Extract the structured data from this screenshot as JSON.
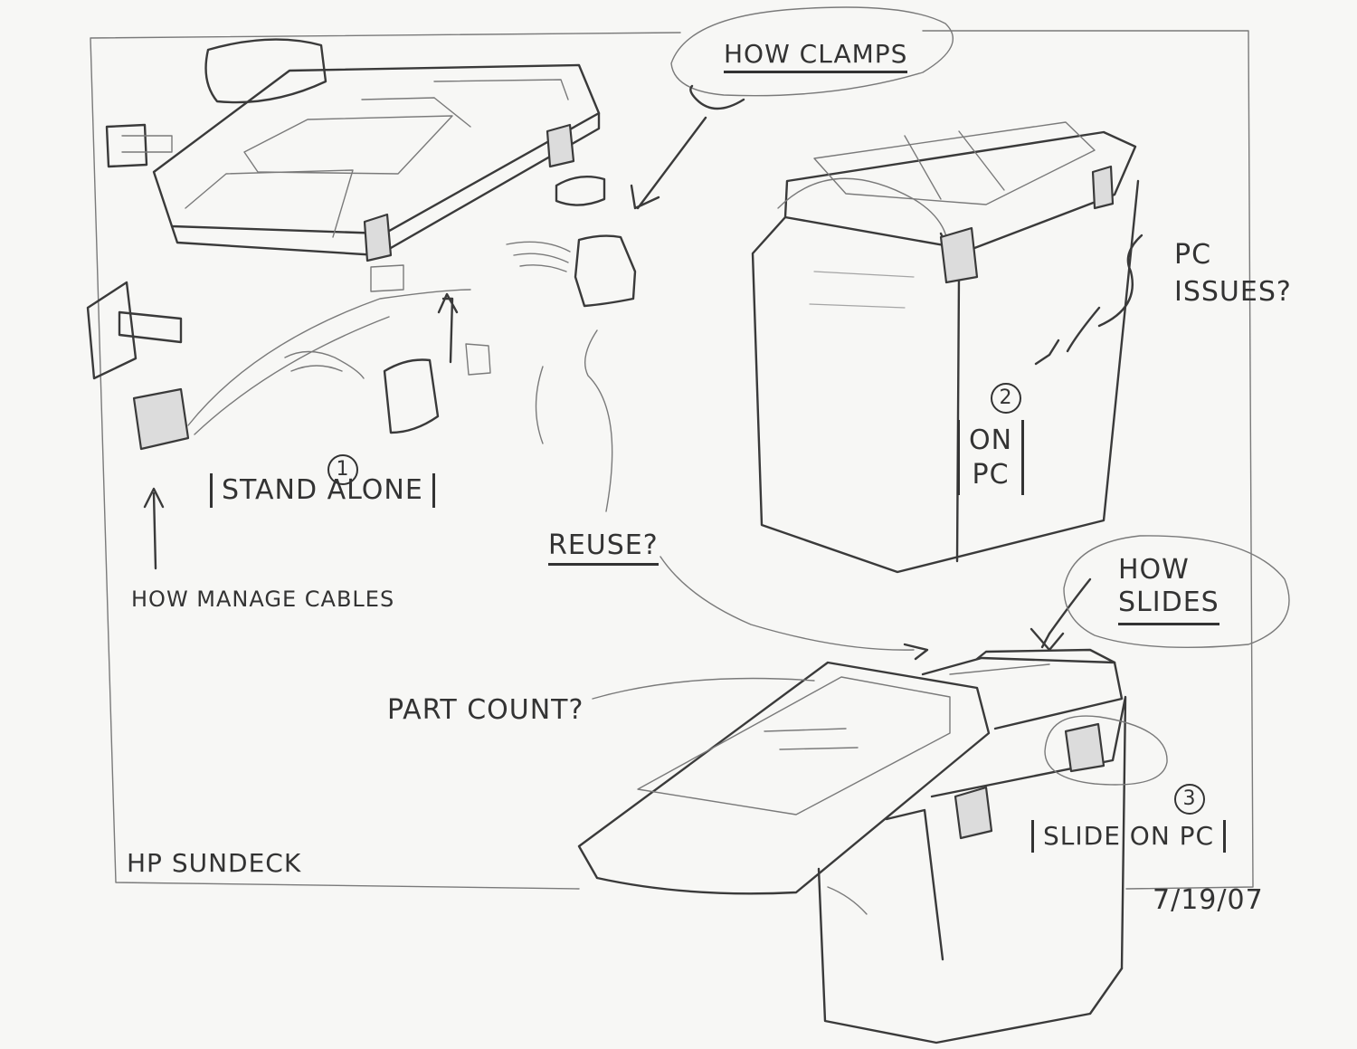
{
  "annotations": {
    "how_clamps": "HOW CLAMPS",
    "pc_issues": "PC\nISSUES?",
    "stand_alone": "STAND ALONE",
    "label_1": "1",
    "how_manage_cables": "HOW MANAGE CABLES",
    "reuse": "REUSE?",
    "on_pc": "ON\nPC",
    "label_2": "2",
    "how_slides": "HOW\nSLIDES",
    "part_count": "PART COUNT?",
    "slide_on_pc": "SLIDE ON PC",
    "label_3": "3",
    "signature": "HP SUNDECK",
    "date": "7/19/07"
  }
}
